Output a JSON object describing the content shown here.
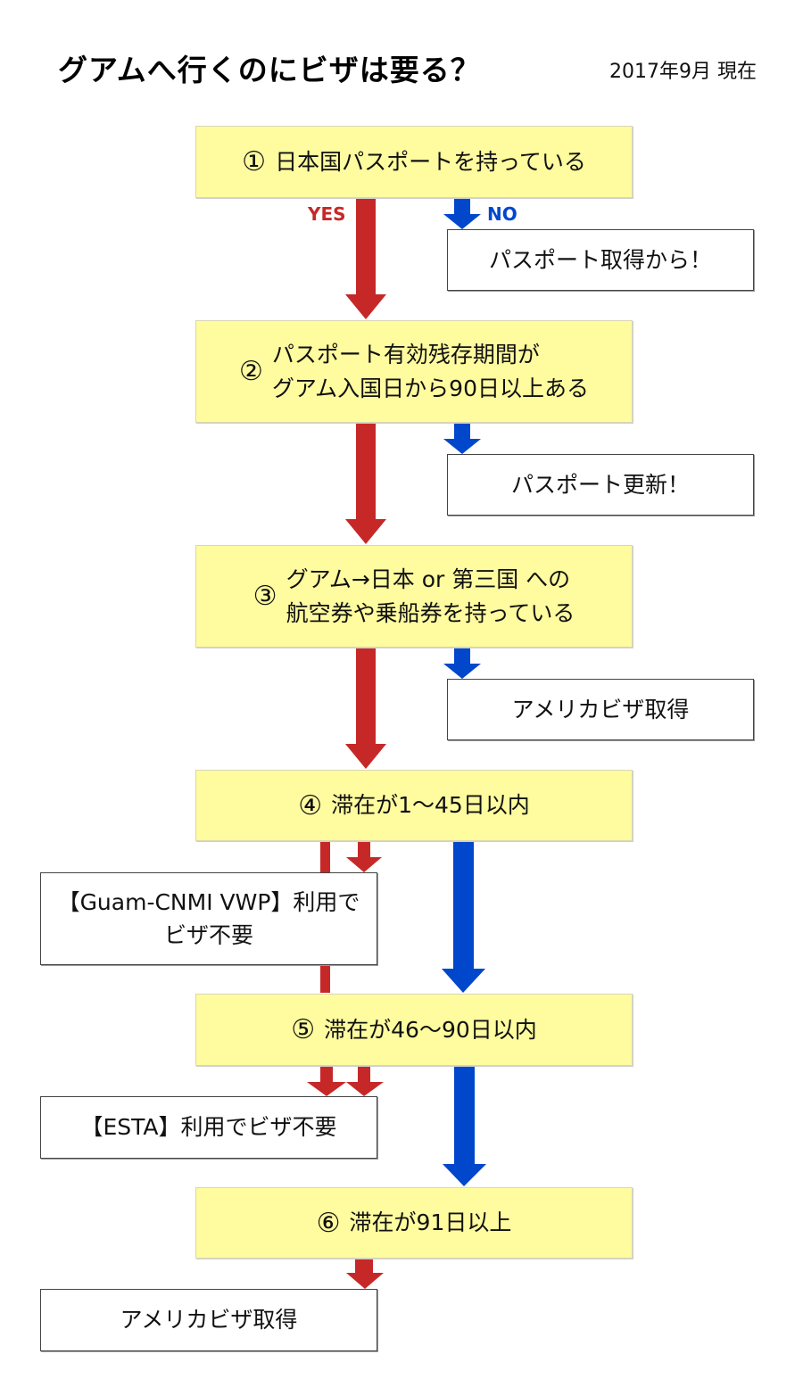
{
  "title": "グアムへ行くのにビザは要る？",
  "as_of": "2017年9月 現在",
  "colors": {
    "yes": "#c62828",
    "no": "#0047cc",
    "step_fill": "#fffb9f"
  },
  "branch_labels": {
    "yes": "YES",
    "no": "NO"
  },
  "steps": [
    {
      "num": "①",
      "lines": [
        "日本国パスポートを持っている"
      ]
    },
    {
      "num": "②",
      "lines": [
        "パスポート有効残存期間が",
        "グアム入国日から90日以上ある"
      ]
    },
    {
      "num": "③",
      "lines": [
        "グアム→日本 or 第三国 への",
        "航空券や乗船券を持っている"
      ]
    },
    {
      "num": "④",
      "lines": [
        "滞在が1〜45日以内"
      ]
    },
    {
      "num": "⑤",
      "lines": [
        "滞在が46〜90日以内"
      ]
    },
    {
      "num": "⑥",
      "lines": [
        "滞在が91日以上"
      ]
    }
  ],
  "outcomes": [
    {
      "lines": [
        "パスポート取得から！"
      ]
    },
    {
      "lines": [
        "パスポート更新！"
      ]
    },
    {
      "lines": [
        "アメリカビザ取得"
      ]
    },
    {
      "lines": [
        "【Guam-CNMI VWP】利用で",
        "ビザ不要"
      ]
    },
    {
      "lines": [
        "【ESTA】利用でビザ不要"
      ]
    },
    {
      "lines": [
        "アメリカビザ取得"
      ]
    }
  ]
}
